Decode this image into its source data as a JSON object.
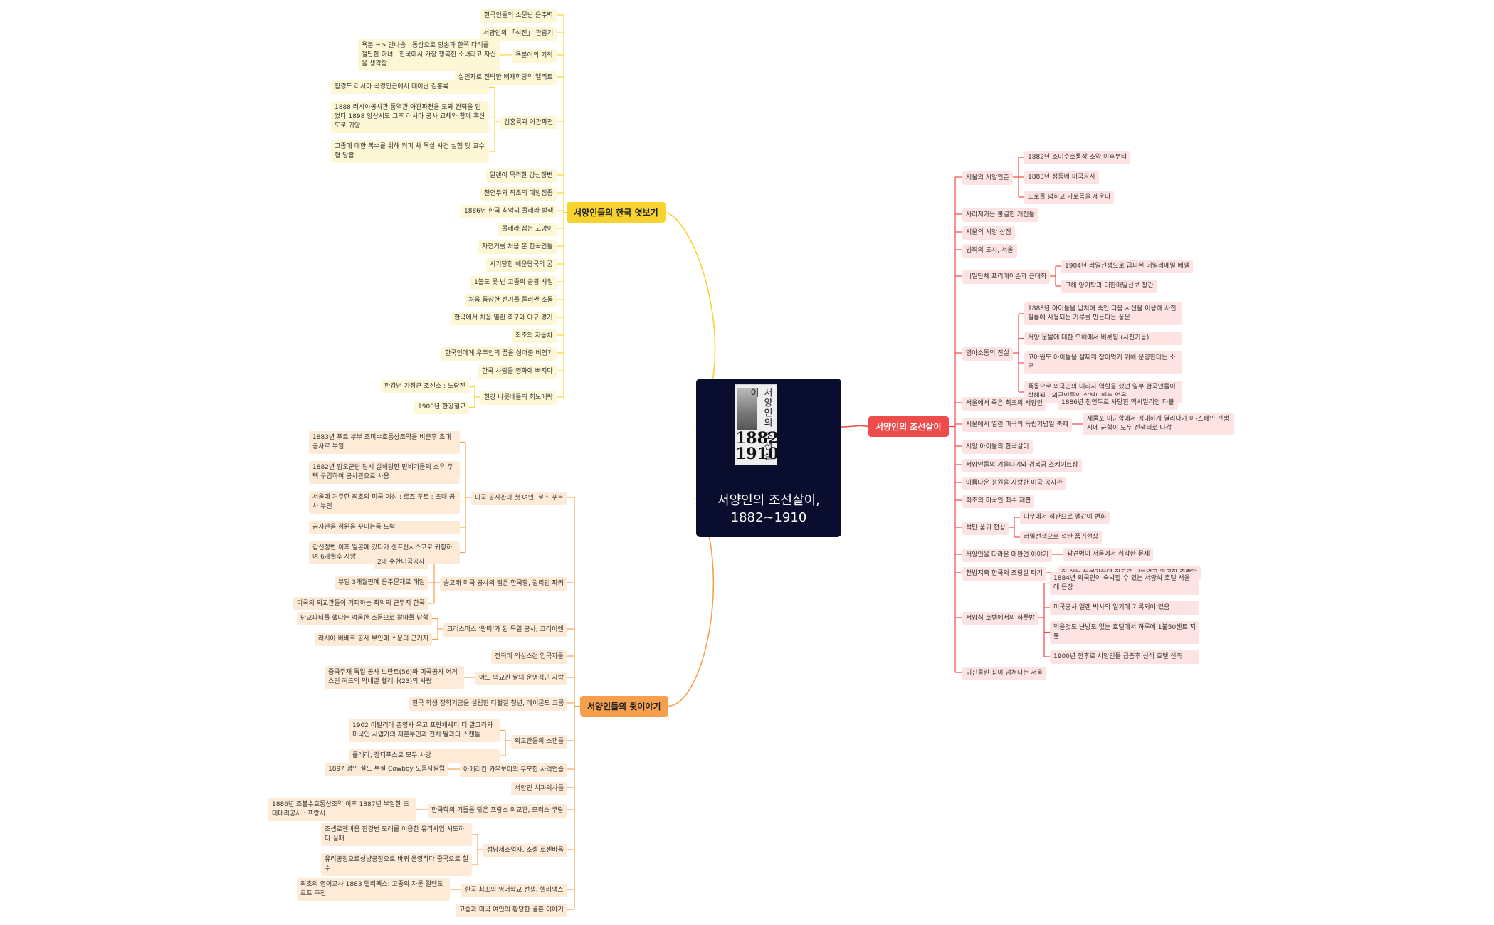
{
  "center": {
    "title_line1": "서양인의 조선살이,",
    "title_line2": "1882~1910",
    "book_title": "서양인의 조선살이",
    "book_years": "1882 1910"
  },
  "colors": {
    "yellow": "#f8d330",
    "red": "#ee4b4b",
    "orange": "#f6a04d"
  },
  "branch_yellow": {
    "label": "서양인들의 한국 엿보기",
    "items": [
      {
        "label": "한국인들의 소문난 음주벽"
      },
      {
        "label": "서양인의 「석전」 관람기"
      },
      {
        "label": "욕분이의 기적",
        "children": [
          "욕분 => 안나송 : 동상으로 양손과 한쪽 다리를 절단한 하녀 : 한국에서 가장 행복한 소녀라고 자신을 생각함"
        ]
      },
      {
        "label": "살인자로 전락한 배재학당의 엘리트"
      },
      {
        "label": "김홍륙과 아관파천",
        "children": [
          "함경도 러시아 국경인근에서 태어난 김홍륙",
          "1888 러시아공사관 통역관 아관파천을 도와 권력을 얻었다 1898 양상시도 그후 러시아 공사 교체와 함께 흑산도로 귀양",
          "고종에 대한 복수를 위해 커피 차 독살 사건 실행 및 교수형 당함"
        ]
      },
      {
        "label": "알렌이 목격한 갑신정변"
      },
      {
        "label": "천연두와 최초의 예방접종"
      },
      {
        "label": "1886년 한국 최악의 콜레라 발생"
      },
      {
        "label": "콜레라 잡는 고양이"
      },
      {
        "label": "자전거를 처음 본 한국인들"
      },
      {
        "label": "시기당한 해운왕국의 꿈"
      },
      {
        "label": "1불도 못 번 고종의 금광 사업"
      },
      {
        "label": "처음 등장한 전기를 둘러싼 소동"
      },
      {
        "label": "한국에서 처음 열린 축구와 야구 경기"
      },
      {
        "label": "최초의 자동차"
      },
      {
        "label": "한국인에게 우주인의 꿈을 심어준 비행기"
      },
      {
        "label": "한국 사람들 영화에 빠지다"
      },
      {
        "label": "한강 나룻배들의 회노애락",
        "children": [
          "한강변 가장큰 조선소 : 노량진",
          "1900년 한강철교"
        ]
      }
    ]
  },
  "branch_red": {
    "label": "서양인의 조선살이",
    "items": [
      {
        "label": "서울의 서양인촌",
        "children": [
          "1882년 조미수호통상 조약 이후부터",
          "1883년 정동에 미국공사",
          "도로를 넓히고 가로등을 세운다"
        ]
      },
      {
        "label": "사라져가는 불결한 개천들"
      },
      {
        "label": "서울의 서양 상점"
      },
      {
        "label": "범죄의 도시, 서울"
      },
      {
        "label": "비밀단체 프리메이슨과 근대화",
        "children": [
          "1904년 러일전쟁으로 급파된 데일리메일 베델",
          "그해 양기탁과 대한매일신보 창간"
        ]
      },
      {
        "label": "영아소동의 진실",
        "children": [
          "1888년 아이들을 납치해 죽인 다음 시신을 이용해 사진 필름에 사용되는 가루를 만든다는 풍문",
          "서양 문물에 대한 오해에서 비롯됨 (사진기등)",
          "고아원도 아이들을 살찌워 잡아먹기 위해 운영한다는 소문",
          "폭동으로 외국인의 대리자 역할을 했던 일부 한국인들이 살해됨 - 외국인들의 살해피해는 없음"
        ]
      },
      {
        "label": "서울에서 죽은 최초의 서양인",
        "children": [
          "1886년 천연두로 사망한 맥시밀리안 타블"
        ]
      },
      {
        "label": "서울에서 열린 미국의 독립기념일 축제",
        "children": [
          "제물포 미군함에서 성대하게 열리다가 미-스페인 전쟁시에 군함이 모두 전쟁터로 나감"
        ]
      },
      {
        "label": "서양 아이들의 한국살이"
      },
      {
        "label": "서양인들의 겨울나기와 경복궁 스케이트장"
      },
      {
        "label": "아름다운 정원을 자랑한 미국 공사관"
      },
      {
        "label": "최초의 미국인 죄수 재판"
      },
      {
        "label": "석탄 품귀 현상",
        "children": [
          "나무에서 석탄으로 땔감이 변화",
          "러일전쟁으로 석탄 품귀현상"
        ]
      },
      {
        "label": "서양인을 따라온 애완견 이야기",
        "children": [
          "광견병이 서울에서 심각한 문제"
        ]
      },
      {
        "label": "천방지축 한국의 조랑말 타기",
        "children": [
          "짐 싣는 동물가운데 최고로 버릇없고 완고한 조랑말"
        ]
      },
      {
        "label": "서양식 호텔에서의 하룻밤",
        "children": [
          "1884년 외국인이 숙박할 수 있는 서양식 호텔 서울에 등장",
          "미국공사 앨렌 박사의 일기에 기록되어 있음",
          "먹을것도 난방도 없는 호텔에서 하루에 1불50센트 지불",
          "1900년 전후로 서양인들 급증후 신식 호텔 신축"
        ]
      },
      {
        "label": "귀신들린 집이 넘쳐나는 서울"
      }
    ]
  },
  "branch_orange": {
    "label": "서양인들의 뒷이야기",
    "items": [
      {
        "label": "미국 공사관의 첫 여인, 로즈 푸트",
        "children": [
          "1883년 푸트 부부 조미수호통상조약을 비준후 초대 공사로 부임",
          "1882년 임오군란 당시 살해당한 민비가문의 소유 주택 구입하여 공사관으로 사용",
          "서울에 거주한 최초의 미국 여성 : 로즈 푸트 : 초대 공사 부인",
          "공사관을 정원을 꾸미는등 노력",
          "갑신정변 이후 일본에 갔다가 샌프란시스코로 귀향하여 6개월후 사망"
        ]
      },
      {
        "label": "술고래 미국 공사의 짧은 한국행, 윌리엄 파커",
        "children": [
          "2대 주한미국공사",
          "부임 3개월만에 음주문제로 해임",
          "미국의 외교관들이 기피하는 최악의 근무지 한국"
        ]
      },
      {
        "label": "크리스마스 ‘왕따’가 된 독일 공사, 크리이엔",
        "children": [
          "난교파티를 했다는 억울한 소문으로 왕따를 당함",
          "러시아 베베르 공사 부인에 소문의 근거지"
        ]
      },
      {
        "label": "전직이 의심스런 입국자들"
      },
      {
        "label": "어느 외교관 딸의 운명적인 사랑",
        "children": [
          "중국주재 독일 공사 브란트(56)와 미국공사 어거스틴 허드의 막내딸 헬레나(23)의 사랑"
        ]
      },
      {
        "label": "한국 학생 장학기금을 설립한 다혈질 청년, 레이몬드 크룸"
      },
      {
        "label": "외교관들의 스캔들",
        "children": [
          "1902 이탈리아 총영사 우고 프란체세티 디 말그라와 미국인 사업가의 재혼부인과 전처 딸과의 스캔들",
          "콜레라, 장티푸스로 모두 사망"
        ]
      },
      {
        "label": "아메리칸 카우보이의 무모한 사격연습",
        "children": [
          "1897 경인 철도 부설 Cowboy 노동자필립"
        ]
      },
      {
        "label": "서양인 치과의사들"
      },
      {
        "label": "한국학의 기틀을 닦은 프랑스 외교관, 모리스 쿠랑",
        "children": [
          "1886년 조불수호통상조약 이후 1887년 부임한 초대대리공사 : 프랑시"
        ]
      },
      {
        "label": "성냥제조업자, 조셉 로젠바움",
        "children": [
          "조셉로젠바움 한강변 모래를 이용한 유리사업 시도하다 실패",
          "유리공장으로성냥공장으로 바뀌 운영하다 중국으로 철수"
        ]
      },
      {
        "label": "한국 최초의 영어학교 선생, 헬리팩스",
        "children": [
          "최초의 영어교사 1883 헬리팩스: 고종의 자문 묄렌도르프 추천"
        ]
      },
      {
        "label": "고종과 미국 여인의 황당한 결혼 이야기"
      }
    ]
  }
}
